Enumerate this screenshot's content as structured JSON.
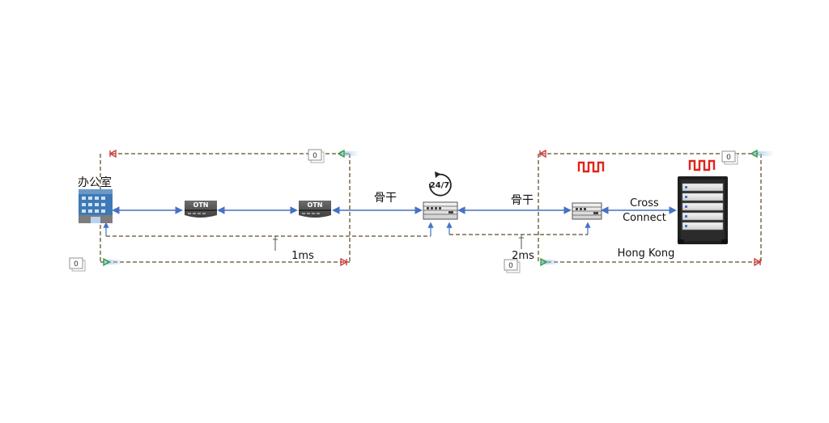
{
  "labels": {
    "office": "办公室",
    "backbone_left": "骨干",
    "backbone_right": "骨干",
    "cross_connect_line1": "Cross",
    "cross_connect_line2": "Connect",
    "hong_kong": "Hong Kong",
    "latency_left": "1ms",
    "latency_right": "2ms"
  },
  "devices": {
    "otn_1": "OTN",
    "otn_2": "OTN",
    "support_badge": "24/7"
  },
  "counters": {
    "top_left": "0",
    "bottom_left": "0",
    "top_right": "0",
    "bottom_right": "0"
  },
  "colors": {
    "link": "#4472c4",
    "dashed_loop": "#7a6a4a",
    "arrow_green": "#2e9b2e",
    "arrow_red": "#d32f2f",
    "equinix_red": "#e2231a",
    "device_gray": "#555555"
  }
}
